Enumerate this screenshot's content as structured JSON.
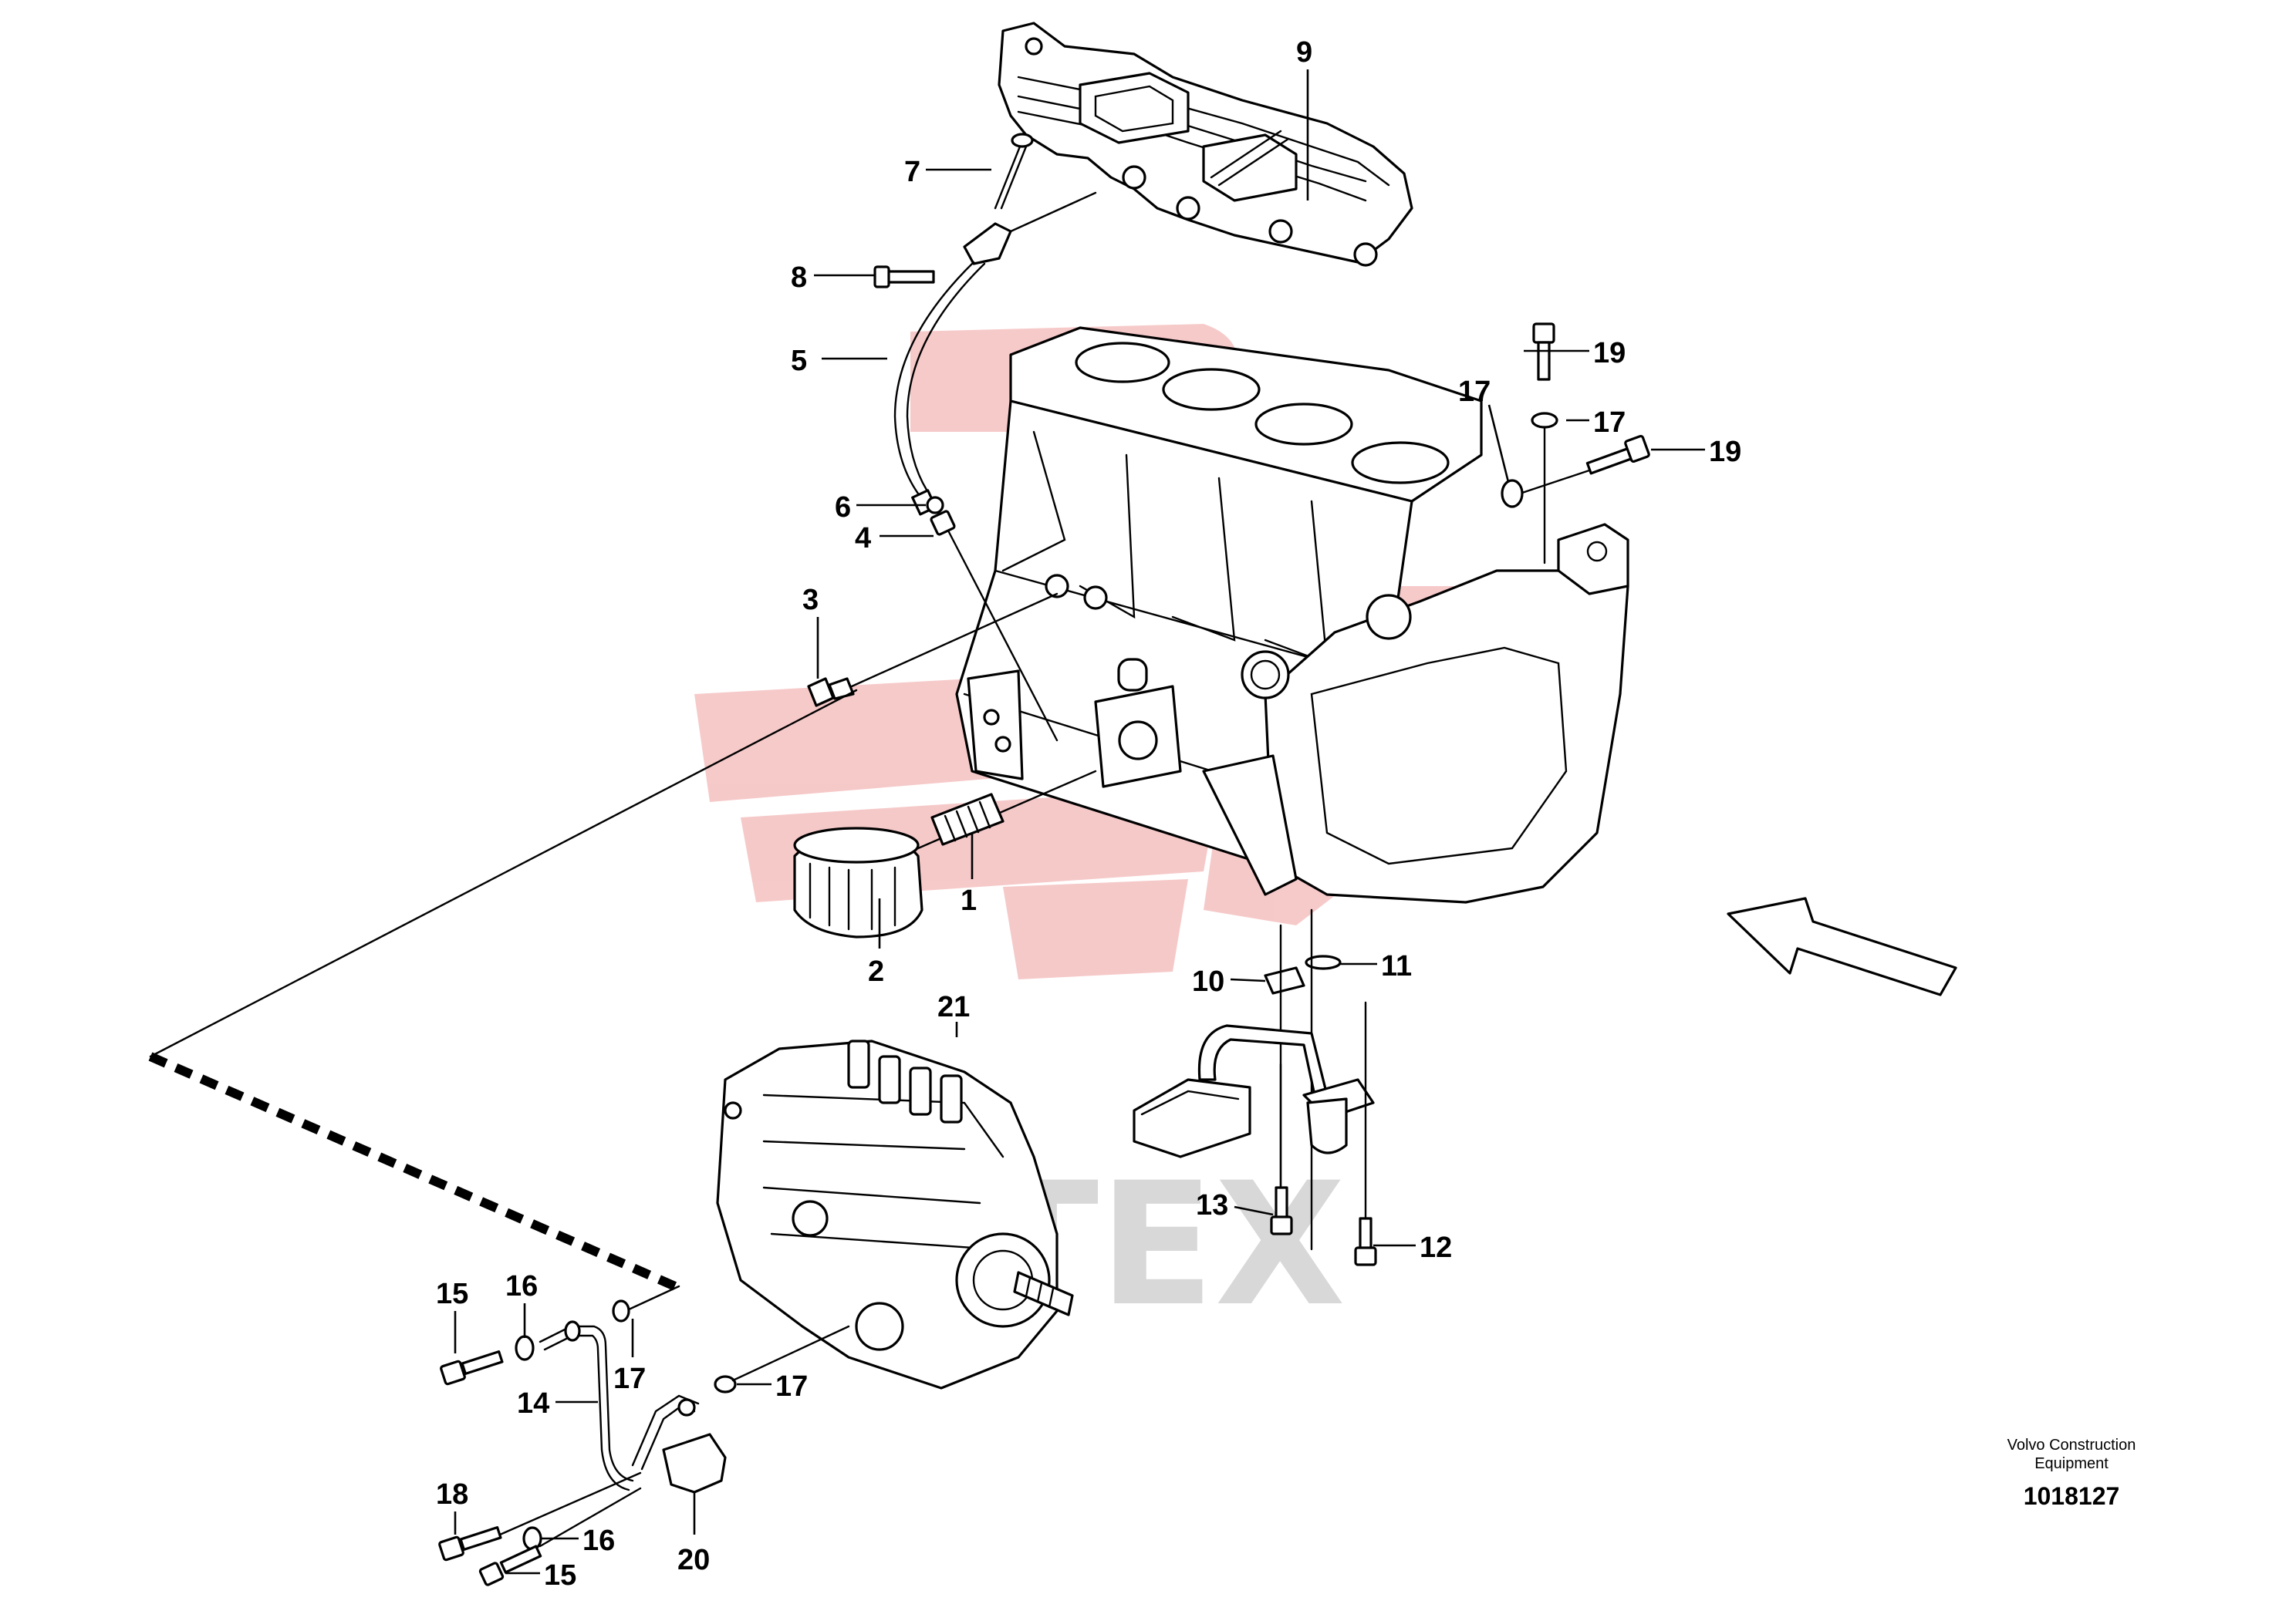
{
  "colors": {
    "line": "#000000",
    "watermark_logo": "#f6b8b8",
    "watermark_text": "#d4d4d4"
  },
  "watermark": {
    "text": "HTEX"
  },
  "credit": {
    "line1": "Volvo Construction",
    "line2": "Equipment",
    "drawing_number": "1018127"
  },
  "callouts": {
    "c1": "1",
    "c2": "2",
    "c3": "3",
    "c4": "4",
    "c5": "5",
    "c6": "6",
    "c7": "7",
    "c8": "8",
    "c9": "9",
    "c10": "10",
    "c11": "11",
    "c12": "12",
    "c13": "13",
    "c14": "14",
    "c15a": "15",
    "c15b": "15",
    "c16a": "16",
    "c16b": "16",
    "c17a": "17",
    "c17b": "17",
    "c17c": "17",
    "c17d": "17",
    "c18": "18",
    "c19a": "19",
    "c19b": "19",
    "c20": "20",
    "c21": "21"
  }
}
